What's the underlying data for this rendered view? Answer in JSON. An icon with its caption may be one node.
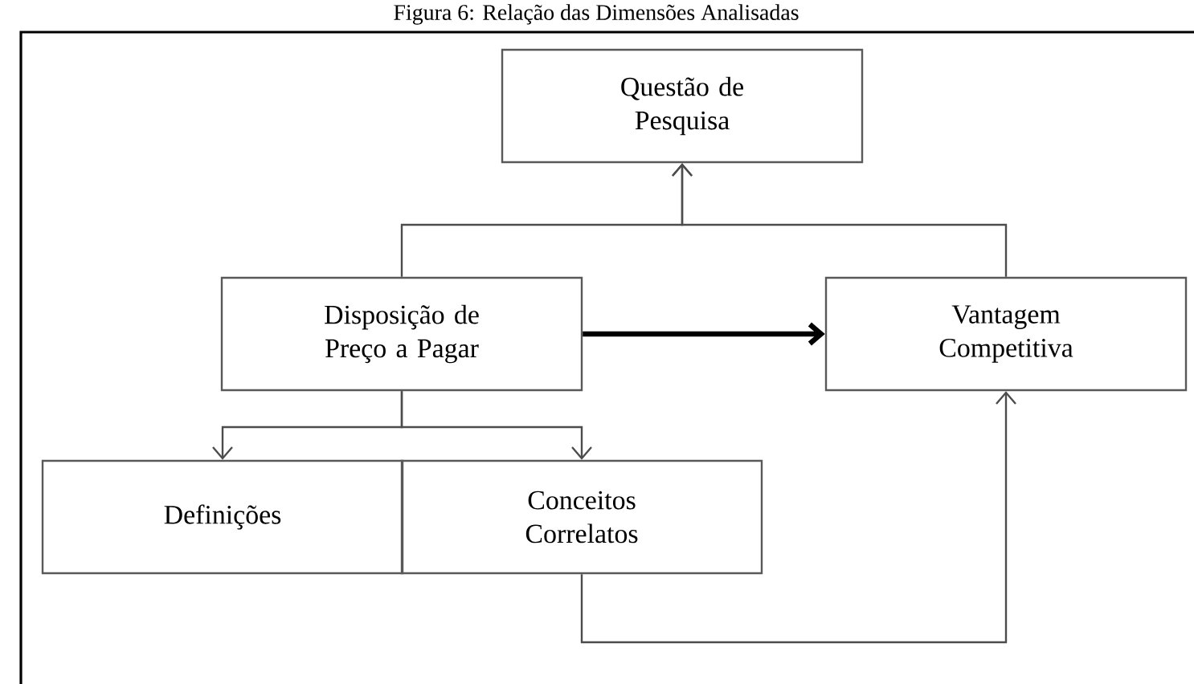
{
  "diagram": {
    "title": "Figura 6: Relação das Dimensões Analisadas",
    "nodes": [
      {
        "text": [
          "Questão de Pesquisa"
        ]
      },
      {
        "text": [
          "Disposição de Preço a Pagar"
        ]
      },
      {
        "text": [
          "Vantagem Competitiva"
        ]
      },
      {
        "text": [
          "Definições"
        ]
      },
      {
        "text": [
          "Conceitos Correlatos"
        ]
      }
    ],
    "edges": [
      {
        "from": 1,
        "to": 0,
        "arrow": "to"
      },
      {
        "from": 2,
        "to": 0,
        "arrow": "to"
      },
      {
        "from": 1,
        "to": 2,
        "arrow": "to",
        "style": "thick"
      },
      {
        "from": 1,
        "to": 3,
        "arrow": "to"
      },
      {
        "from": 1,
        "to": 4,
        "arrow": "to"
      },
      {
        "from": 4,
        "to": 2,
        "arrow": "to"
      }
    ]
  }
}
